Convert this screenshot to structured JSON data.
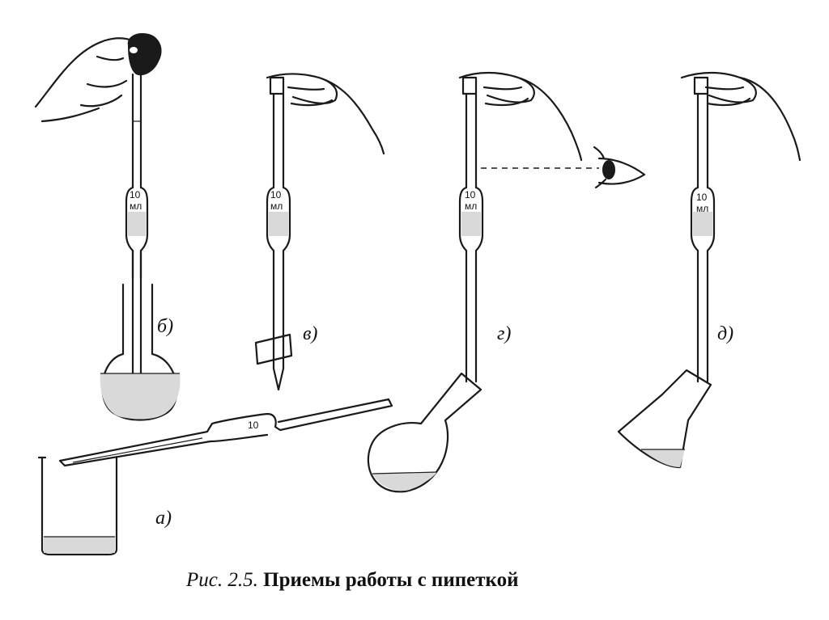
{
  "figure": {
    "labels": {
      "a": "а)",
      "b": "б)",
      "v": "в)",
      "g": "г)",
      "d": "д)"
    },
    "volume_label": {
      "number": "10",
      "unit": "мл"
    },
    "caption": {
      "prefix": "Рис. 2.5.",
      "text": " Приемы работы с пипеткой"
    }
  }
}
